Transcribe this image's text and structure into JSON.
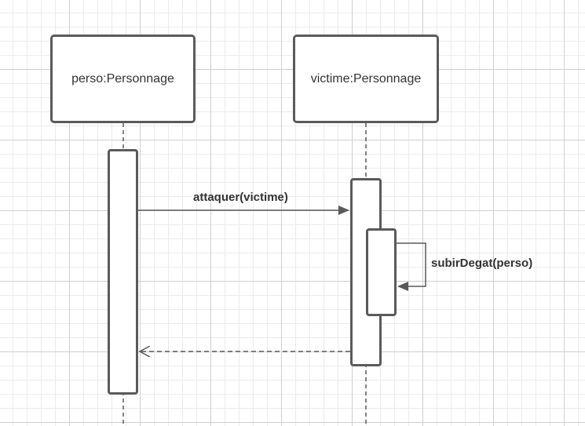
{
  "diagram": {
    "participants": [
      {
        "id": "p1",
        "label": "perso:Personnage"
      },
      {
        "id": "p2",
        "label": "victime:Personnage"
      }
    ],
    "messages": [
      {
        "id": "m1",
        "label": "attaquer(victime)",
        "from": "p1",
        "to": "p2",
        "kind": "synchronous call"
      },
      {
        "id": "m2",
        "label": "subirDegat(perso)",
        "from": "p2",
        "to": "p2",
        "kind": "self call"
      },
      {
        "id": "m3",
        "label": "",
        "from": "p2",
        "to": "p1",
        "kind": "return"
      }
    ],
    "colors": {
      "line": "#5a5a5a",
      "grid_major": "#cfcfcf",
      "grid_minor": "#ebebeb",
      "background": "#ffffff"
    }
  }
}
